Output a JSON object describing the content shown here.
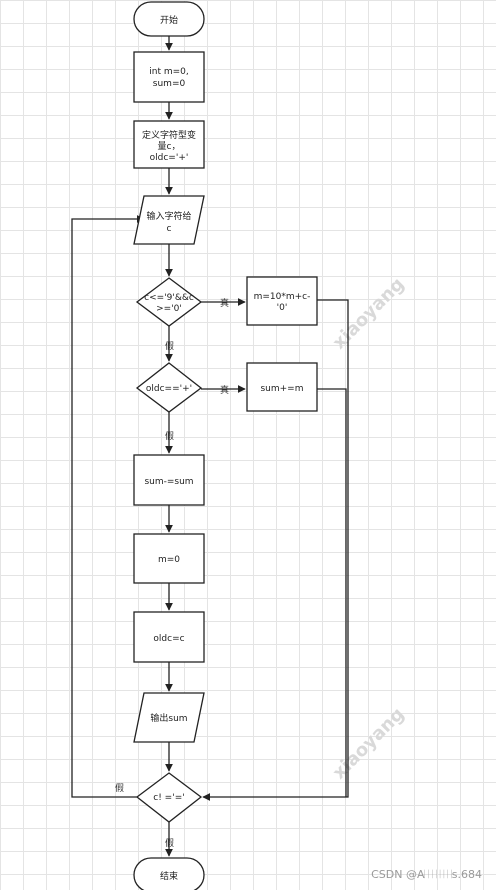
{
  "nodes": {
    "start": "开始",
    "init": [
      "int m=0,",
      "sum=0"
    ],
    "define": [
      "定义字符型变",
      "量c，",
      "oldc='+'"
    ],
    "input": [
      "输入字符给",
      "c"
    ],
    "cond_digit": [
      "c<='9'&&c",
      ">='0'"
    ],
    "update_m": [
      "m=10*m+c-",
      "'0'"
    ],
    "cond_plus": "oldc=='+'",
    "add_sum": "sum+=m",
    "sub_sum": "sum-=sum",
    "reset_m": "m=0",
    "set_oldc": "oldc=c",
    "output": "输出sum",
    "cond_end": "c!  ='='",
    "end": "结束"
  },
  "edge_labels": {
    "true": "真",
    "false": "假"
  },
  "watermark": "xiaoyang",
  "footer": "CSDN @A𝄀 𝄀 𝄀 𝄀 𝄀 𝄀 𝄀 𝄀s.684"
}
